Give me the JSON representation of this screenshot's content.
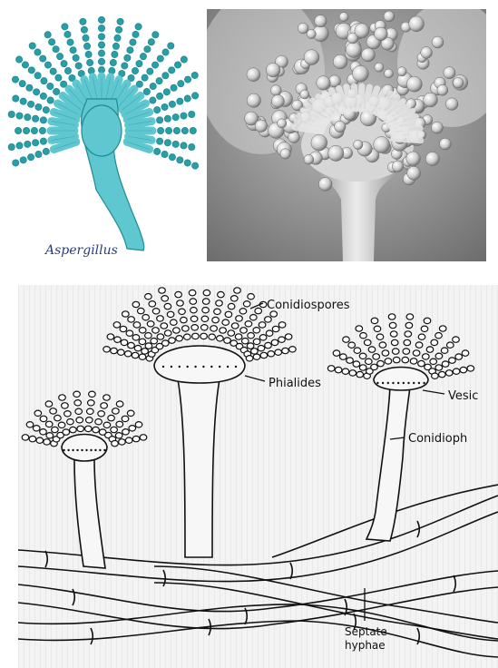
{
  "top_left": {
    "caption": "Aspergillus",
    "colors": {
      "fill": "#5ec7cf",
      "stroke": "#1f8a93",
      "spore": "#2a9ea6",
      "caption": "#2a3d7a"
    }
  },
  "top_right": {
    "colors": {
      "bg": "#8a8a8a",
      "stalk": "#cfcfcf",
      "spore": "#dcdcdc"
    }
  },
  "bottom": {
    "labels": {
      "conidiospores": "Conidiospores",
      "phialides": "Phialides",
      "vesicle": "Vesic",
      "conidiophore": "Conidioph",
      "septate": "Septate",
      "hyphae": "hyphae"
    }
  }
}
